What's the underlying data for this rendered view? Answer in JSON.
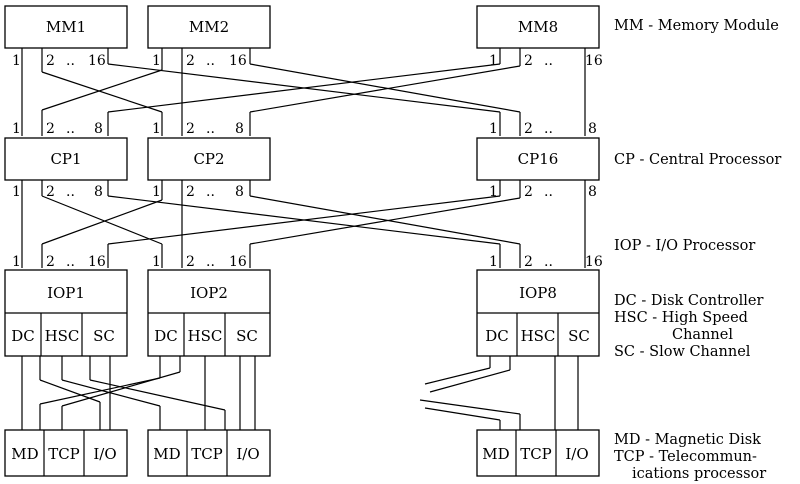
{
  "memory_modules": [
    "MM1",
    "MM2",
    "MM8"
  ],
  "central_processors": [
    "CP1",
    "CP2",
    "CP16"
  ],
  "io_processors": [
    "IOP1",
    "IOP2",
    "IOP8"
  ],
  "channels": [
    "DC",
    "HSC",
    "SC"
  ],
  "devices": [
    "MD",
    "TCP",
    "I/O"
  ],
  "pins": {
    "first": "1",
    "second": "2",
    "dots": "..",
    "mm_last": "16",
    "cp_last": "8",
    "iop_last": "16"
  },
  "legend": {
    "mm": "MM - Memory Module",
    "cp": "CP - Central Processor",
    "iop": "IOP - I/O Processor",
    "dc": "DC - Disk Controller",
    "hsc_line1": "HSC - High Speed",
    "hsc_line2": "Channel",
    "sc": "SC - Slow Channel",
    "md": "MD - Magnetic Disk",
    "tcp_line1": "TCP - Telecommun-",
    "tcp_line2": "ications processor"
  }
}
